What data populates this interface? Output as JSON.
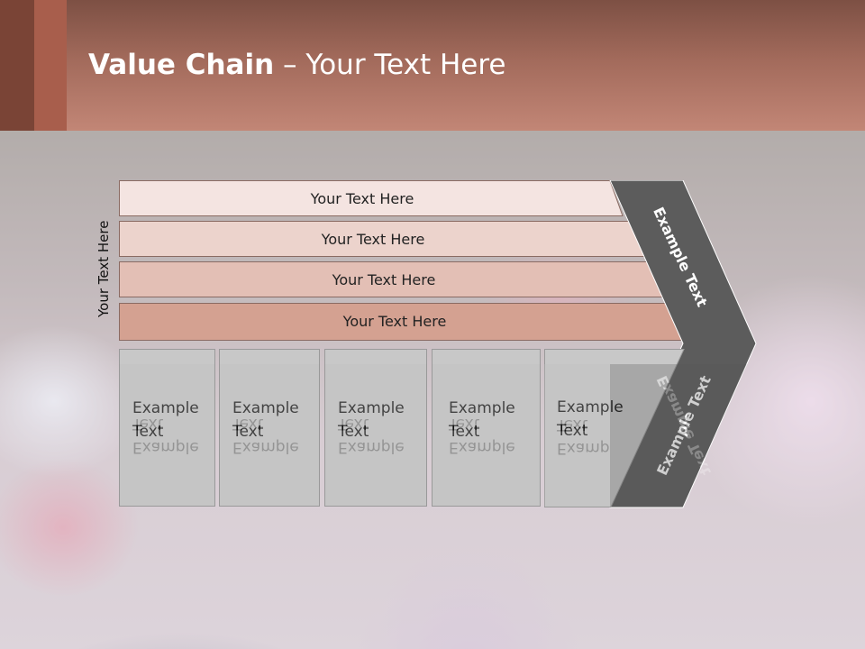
{
  "header": {
    "title_bold": "Value Chain",
    "title_rest": " – Your Text Here"
  },
  "side_label": "Your Text Here",
  "bars": [
    {
      "label": "Your Text Here",
      "color": "#f4e4e1"
    },
    {
      "label": "Your Text Here",
      "color": "#ecd3cc"
    },
    {
      "label": "Your Text Here",
      "color": "#e3bfb5"
    },
    {
      "label": "Your Text Here",
      "color": "#d4a191"
    }
  ],
  "boxes": [
    {
      "line1": "Example",
      "line2": "Text"
    },
    {
      "line1": "Example",
      "line2": "Text"
    },
    {
      "line1": "Example",
      "line2": "Text"
    },
    {
      "line1": "Example",
      "line2": "Text"
    },
    {
      "line1": "Example",
      "line2": "Text"
    }
  ],
  "arrow": {
    "upper_label": "Example Text",
    "lower_label": "Example Text",
    "color": "#5c5c5c"
  },
  "colors": {
    "header_accent": "#a85e4c",
    "box_fill": "#c8c8c8"
  }
}
